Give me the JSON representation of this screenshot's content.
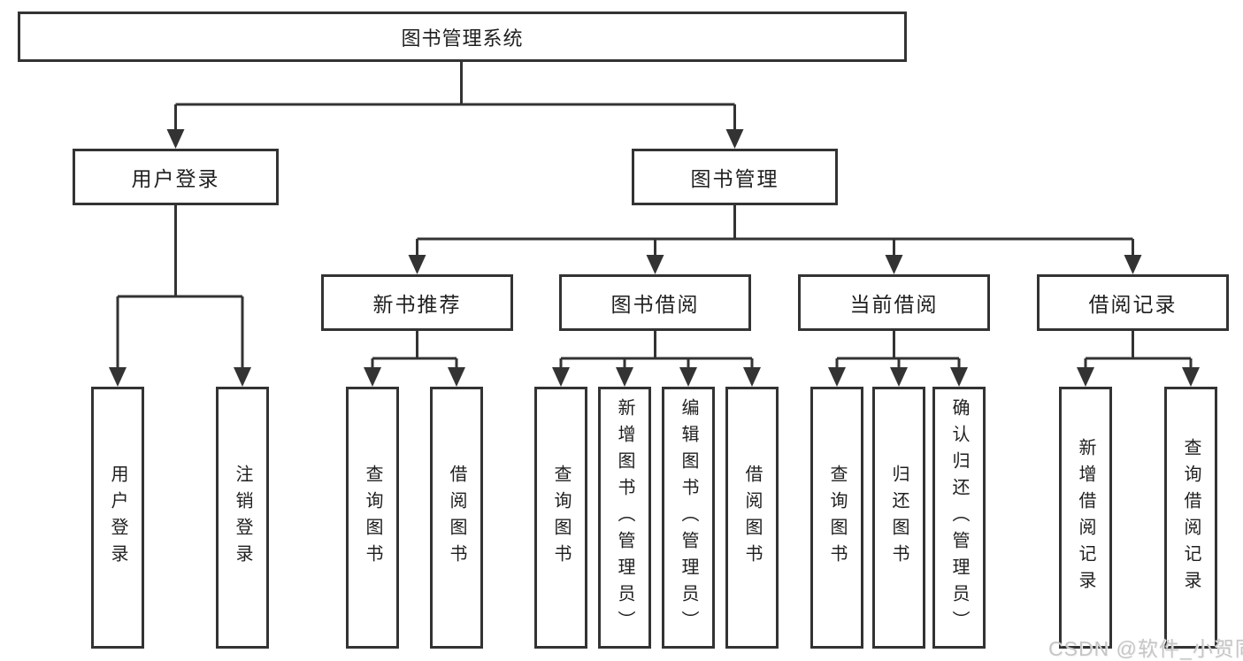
{
  "diagram_type": "hierarchy-tree",
  "colors": {
    "line": "#333333",
    "box_border": "#333333",
    "box_fill": "#ffffff",
    "text": "#1f1f1f",
    "background": "#ffffff",
    "watermark": "#c6c6c6"
  },
  "tree": {
    "label": "图书管理系统",
    "children": [
      {
        "label": "用户登录",
        "children": [
          {
            "label": "用户登录"
          },
          {
            "label": "注销登录"
          }
        ]
      },
      {
        "label": "图书管理",
        "children": [
          {
            "label": "新书推荐",
            "children": [
              {
                "label": "查询图书"
              },
              {
                "label": "借阅图书"
              }
            ]
          },
          {
            "label": "图书借阅",
            "children": [
              {
                "label": "查询图书"
              },
              {
                "label": "新增图书（管理员）"
              },
              {
                "label": "编辑图书（管理员）"
              },
              {
                "label": "借阅图书"
              }
            ]
          },
          {
            "label": "当前借阅",
            "children": [
              {
                "label": "查询图书"
              },
              {
                "label": "归还图书"
              },
              {
                "label": "确认归还（管理员）"
              }
            ]
          },
          {
            "label": "借阅记录",
            "children": [
              {
                "label": "新增借阅记录"
              },
              {
                "label": "查询借阅记录"
              }
            ]
          }
        ]
      }
    ]
  },
  "watermark": {
    "text": "CSDN @软件_小贺同学"
  }
}
